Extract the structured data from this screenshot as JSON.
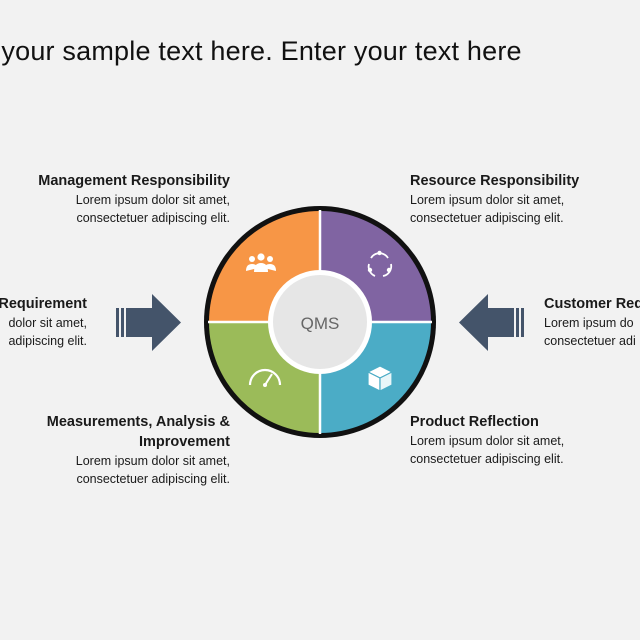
{
  "headline": "s your sample text here. Enter your text here",
  "center_label": "QMS",
  "blocks": {
    "management": {
      "title": "Management Responsibility",
      "body_line1": "Lorem ipsum dolor sit amet,",
      "body_line2": "consectetuer adipiscing elit."
    },
    "resource": {
      "title": "Resource Responsibility",
      "body_line1": "Lorem ipsum dolor sit amet,",
      "body_line2": "consectetuer adipiscing elit."
    },
    "requirement": {
      "title": "Requirement",
      "body_line1": "dolor sit amet,",
      "body_line2": "adipiscing elit."
    },
    "customer": {
      "title": "Customer Req",
      "body_line1": "Lorem ipsum do",
      "body_line2": "consectetuer adi"
    },
    "measurements": {
      "title_line1": "Measurements, Analysis &",
      "title_line2": "Improvement",
      "body_line1": "Lorem ipsum dolor sit amet,",
      "body_line2": "consectetuer adipiscing elit."
    },
    "product": {
      "title": "Product Reflection",
      "body_line1": "Lorem ipsum dolor sit amet,",
      "body_line2": "consectetuer adipiscing elit."
    }
  },
  "quadrants": [
    {
      "name": "management",
      "color": "#f79646",
      "icon": "people-icon"
    },
    {
      "name": "resource",
      "color": "#8064a2",
      "icon": "cycle-icon"
    },
    {
      "name": "product",
      "color": "#4bacc6",
      "icon": "box-icon"
    },
    {
      "name": "measurements",
      "color": "#9bbb59",
      "icon": "gauge-icon"
    }
  ],
  "colors": {
    "ring": "#111111",
    "arrow": "#44546a",
    "center_fill": "#e6e6e6",
    "center_text": "#666666",
    "background": "#f2f2f2"
  }
}
